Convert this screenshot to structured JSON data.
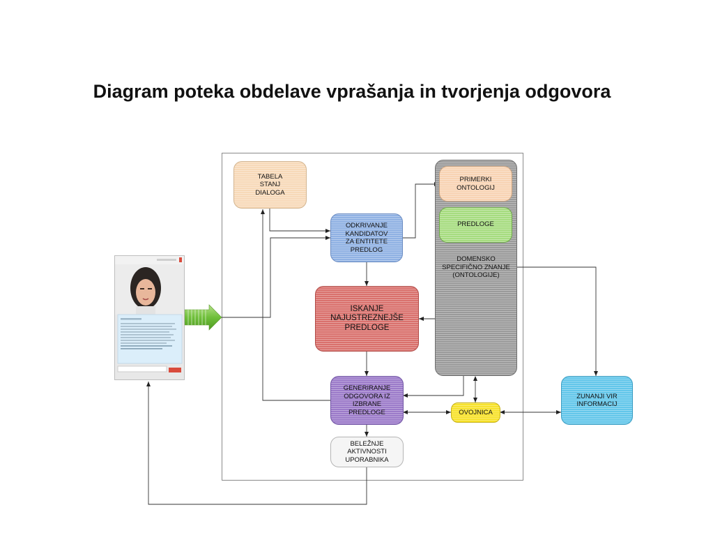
{
  "title": "Diagram poteka obdelave vprašanja in tvorjenja odgovora",
  "nodes": {
    "tabela": "TABELA\nSTANJ\nDIALOGA",
    "odkrivanje": "ODKRIVANJE\nKANDIDATOV\nZA ENTITETE\nPREDLOG",
    "primerki": "PRIMERKI\nONTOLOGIJ",
    "predloge": "PREDLOGE",
    "domensko": "DOMENSKO\nSPECIFIČNO ZNANJE\n(ONTOLOGIJE)",
    "iskanje": "ISKANJE\nNAJUSTREZNEJŠE\nPREDLOGE",
    "generiranje": "GENERIRANJE\nODGOVORA IZ\nIZBRANE\nPREDLOGE",
    "ovojnica": "OVOJNICA",
    "zunanji": "ZUNANJI VIR\nINFORMACIJ",
    "belezenje": "BELEŽNJE\nAKTIVNOSTI\nUPORABNIKA"
  },
  "colors": {
    "tabela": "#f7d9b8",
    "odkrivanje": "#8fb1e3",
    "primerki": "#f8d3b3",
    "predloge": "#a6dc7f",
    "domensko": "#9a9a9a",
    "iskanje": "#d9706c",
    "generiranje": "#9b7ac9",
    "ovojnica": "#f7e22a",
    "zunanji": "#62c6ea",
    "belezenje": "#efefef",
    "arrow": "#7fc241"
  }
}
